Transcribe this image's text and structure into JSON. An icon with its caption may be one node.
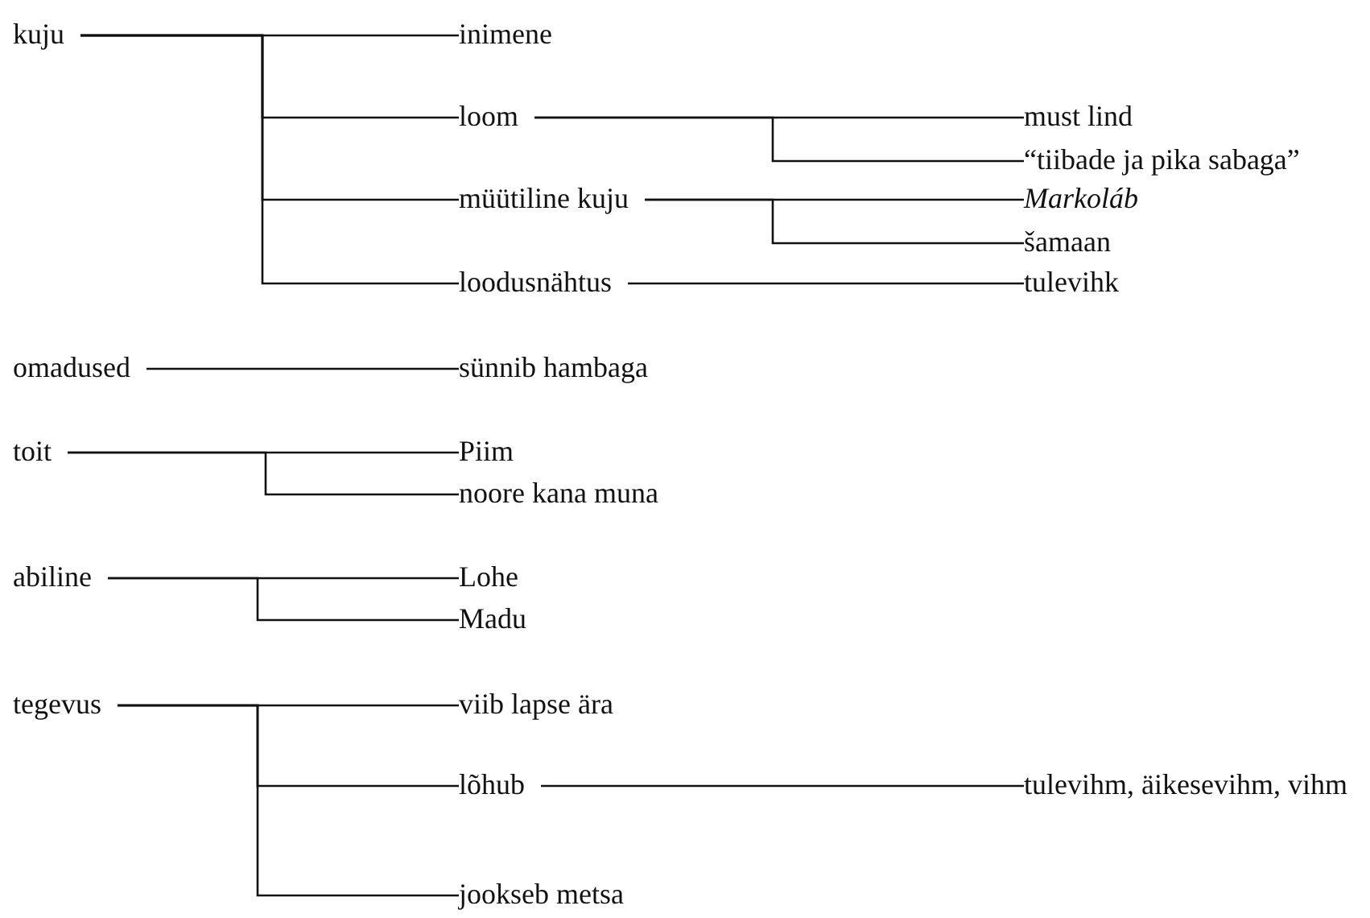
{
  "diagram": {
    "nodes": [
      {
        "text": [
          "kuju"
        ]
      },
      {
        "text": [
          "inimene"
        ]
      },
      {
        "text": [
          "loom"
        ]
      },
      {
        "text": [
          "must lind"
        ]
      },
      {
        "text": [
          "“tiibade ja pika sabaga”"
        ]
      },
      {
        "text": [
          "müütiline kuju"
        ]
      },
      {
        "text": [
          "Markoláb"
        ]
      },
      {
        "text": [
          "šamaan"
        ]
      },
      {
        "text": [
          "loodusnähtus"
        ]
      },
      {
        "text": [
          "tulevihk"
        ]
      },
      {
        "text": [
          "omadused"
        ]
      },
      {
        "text": [
          "sünnib hambaga"
        ]
      },
      {
        "text": [
          "toit"
        ]
      },
      {
        "text": [
          "Piim"
        ]
      },
      {
        "text": [
          "noore kana muna"
        ]
      },
      {
        "text": [
          "abiline"
        ]
      },
      {
        "text": [
          "Lohe"
        ]
      },
      {
        "text": [
          "Madu"
        ]
      },
      {
        "text": [
          "tegevus"
        ]
      },
      {
        "text": [
          "viib lapse ära"
        ]
      },
      {
        "text": [
          "lõhub"
        ]
      },
      {
        "text": [
          "tulevihm, äikesevihm, vihm"
        ]
      },
      {
        "text": [
          "jookseb metsa"
        ]
      }
    ],
    "edges": [
      {
        "from": 0,
        "to": 1,
        "arrow": "none"
      },
      {
        "from": 0,
        "to": 2,
        "arrow": "none"
      },
      {
        "from": 0,
        "to": 5,
        "arrow": "none"
      },
      {
        "from": 0,
        "to": 8,
        "arrow": "none"
      },
      {
        "from": 2,
        "to": 3,
        "arrow": "none"
      },
      {
        "from": 2,
        "to": 4,
        "arrow": "none"
      },
      {
        "from": 5,
        "to": 6,
        "arrow": "none"
      },
      {
        "from": 5,
        "to": 7,
        "arrow": "none"
      },
      {
        "from": 8,
        "to": 9,
        "arrow": "none"
      },
      {
        "from": 10,
        "to": 11,
        "arrow": "none"
      },
      {
        "from": 12,
        "to": 13,
        "arrow": "none"
      },
      {
        "from": 12,
        "to": 14,
        "arrow": "none"
      },
      {
        "from": 15,
        "to": 16,
        "arrow": "none"
      },
      {
        "from": 15,
        "to": 17,
        "arrow": "none"
      },
      {
        "from": 18,
        "to": 19,
        "arrow": "none"
      },
      {
        "from": 18,
        "to": 20,
        "arrow": "none"
      },
      {
        "from": 18,
        "to": 22,
        "arrow": "none"
      },
      {
        "from": 20,
        "to": 21,
        "arrow": "none"
      }
    ]
  }
}
